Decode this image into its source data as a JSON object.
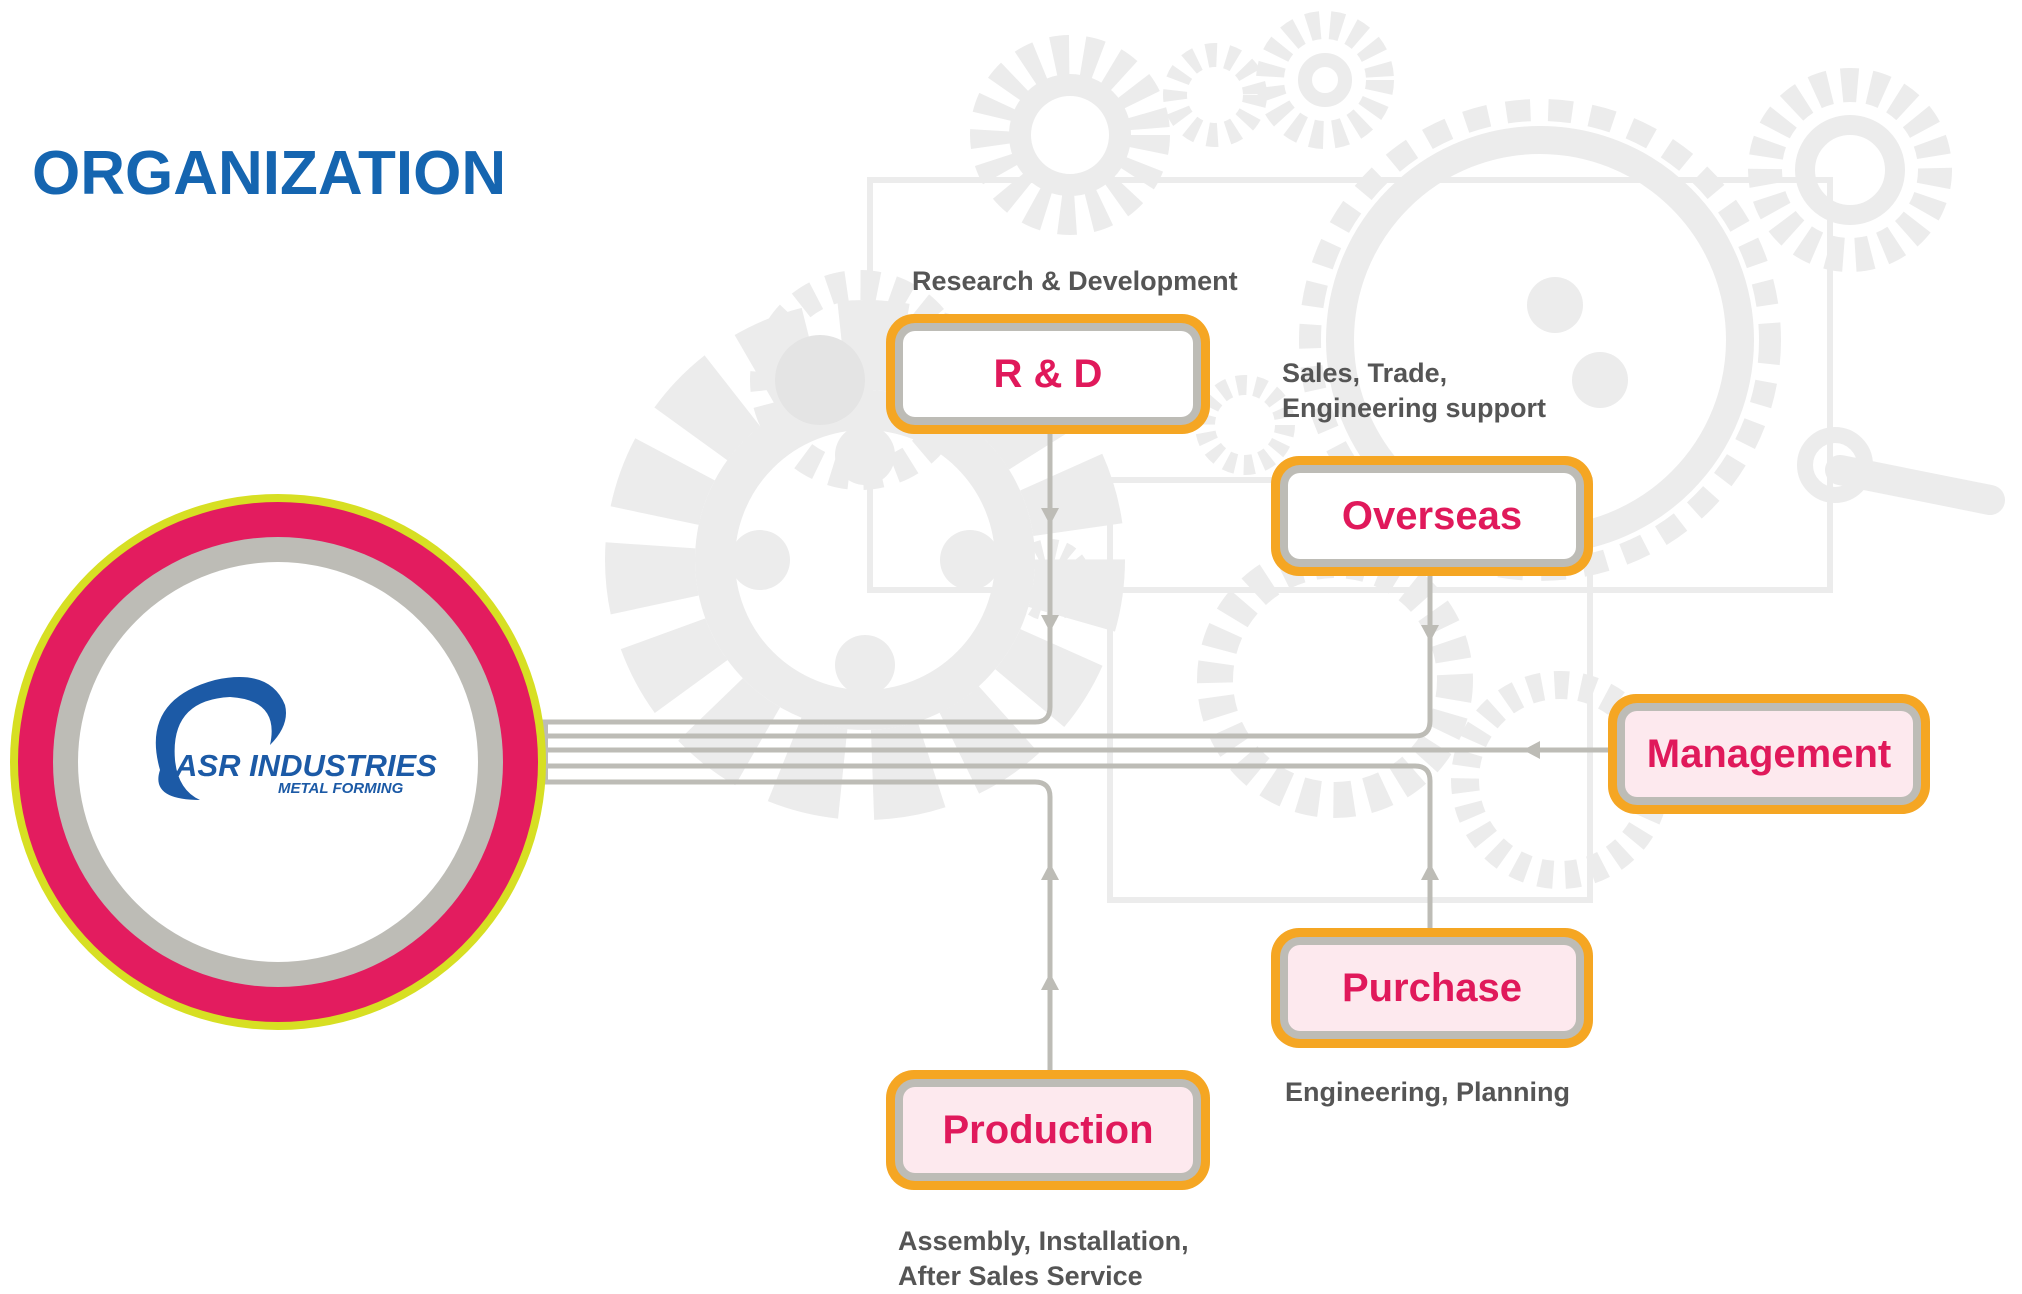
{
  "page": {
    "title": "ORGANIZATION"
  },
  "hub": {
    "logo_main": "ASR INDUSTRIES",
    "logo_sub": "METAL FORMING"
  },
  "departments": {
    "rnd": {
      "label": "R & D",
      "description": "Research & Development"
    },
    "overseas": {
      "label": "Overseas",
      "description_lines": [
        "Sales, Trade,",
        "Engineering support"
      ]
    },
    "management": {
      "label": "Management"
    },
    "purchase": {
      "label": "Purchase",
      "description": "Engineering, Planning"
    },
    "production": {
      "label": "Production",
      "description_lines": [
        "Assembly, Installation,",
        "After Sales Service"
      ]
    }
  },
  "colors": {
    "title": "#1565b0",
    "node_label": "#e0195b",
    "node_border": "#f5a623",
    "connector": "#bdbcb6",
    "hub_ring_outer": "#d7df23",
    "hub_ring": "#e31c5f",
    "gear_background": "#ededed",
    "logo": "#1c5aa6"
  }
}
